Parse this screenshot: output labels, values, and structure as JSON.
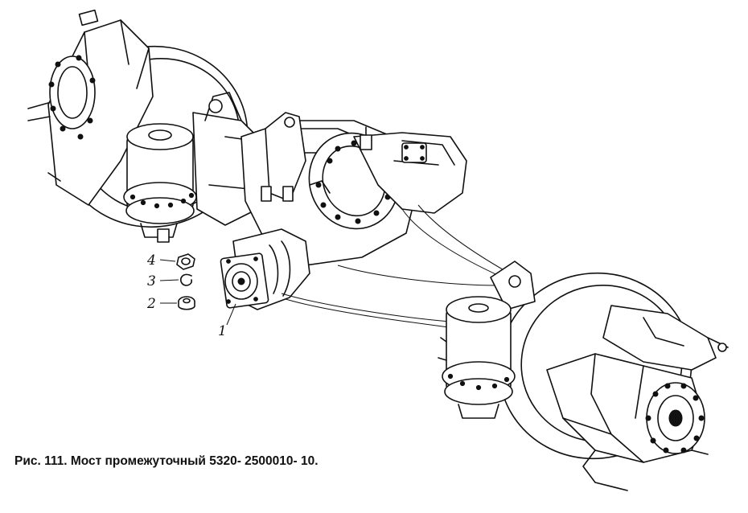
{
  "figure": {
    "caption": "Рис. 111. Мост промежуточный 5320- 2500010- 10.",
    "callouts": [
      {
        "id": "callout-4",
        "label": "4"
      },
      {
        "id": "callout-3",
        "label": "3"
      },
      {
        "id": "callout-2",
        "label": "2"
      },
      {
        "id": "callout-1",
        "label": "1"
      }
    ]
  }
}
